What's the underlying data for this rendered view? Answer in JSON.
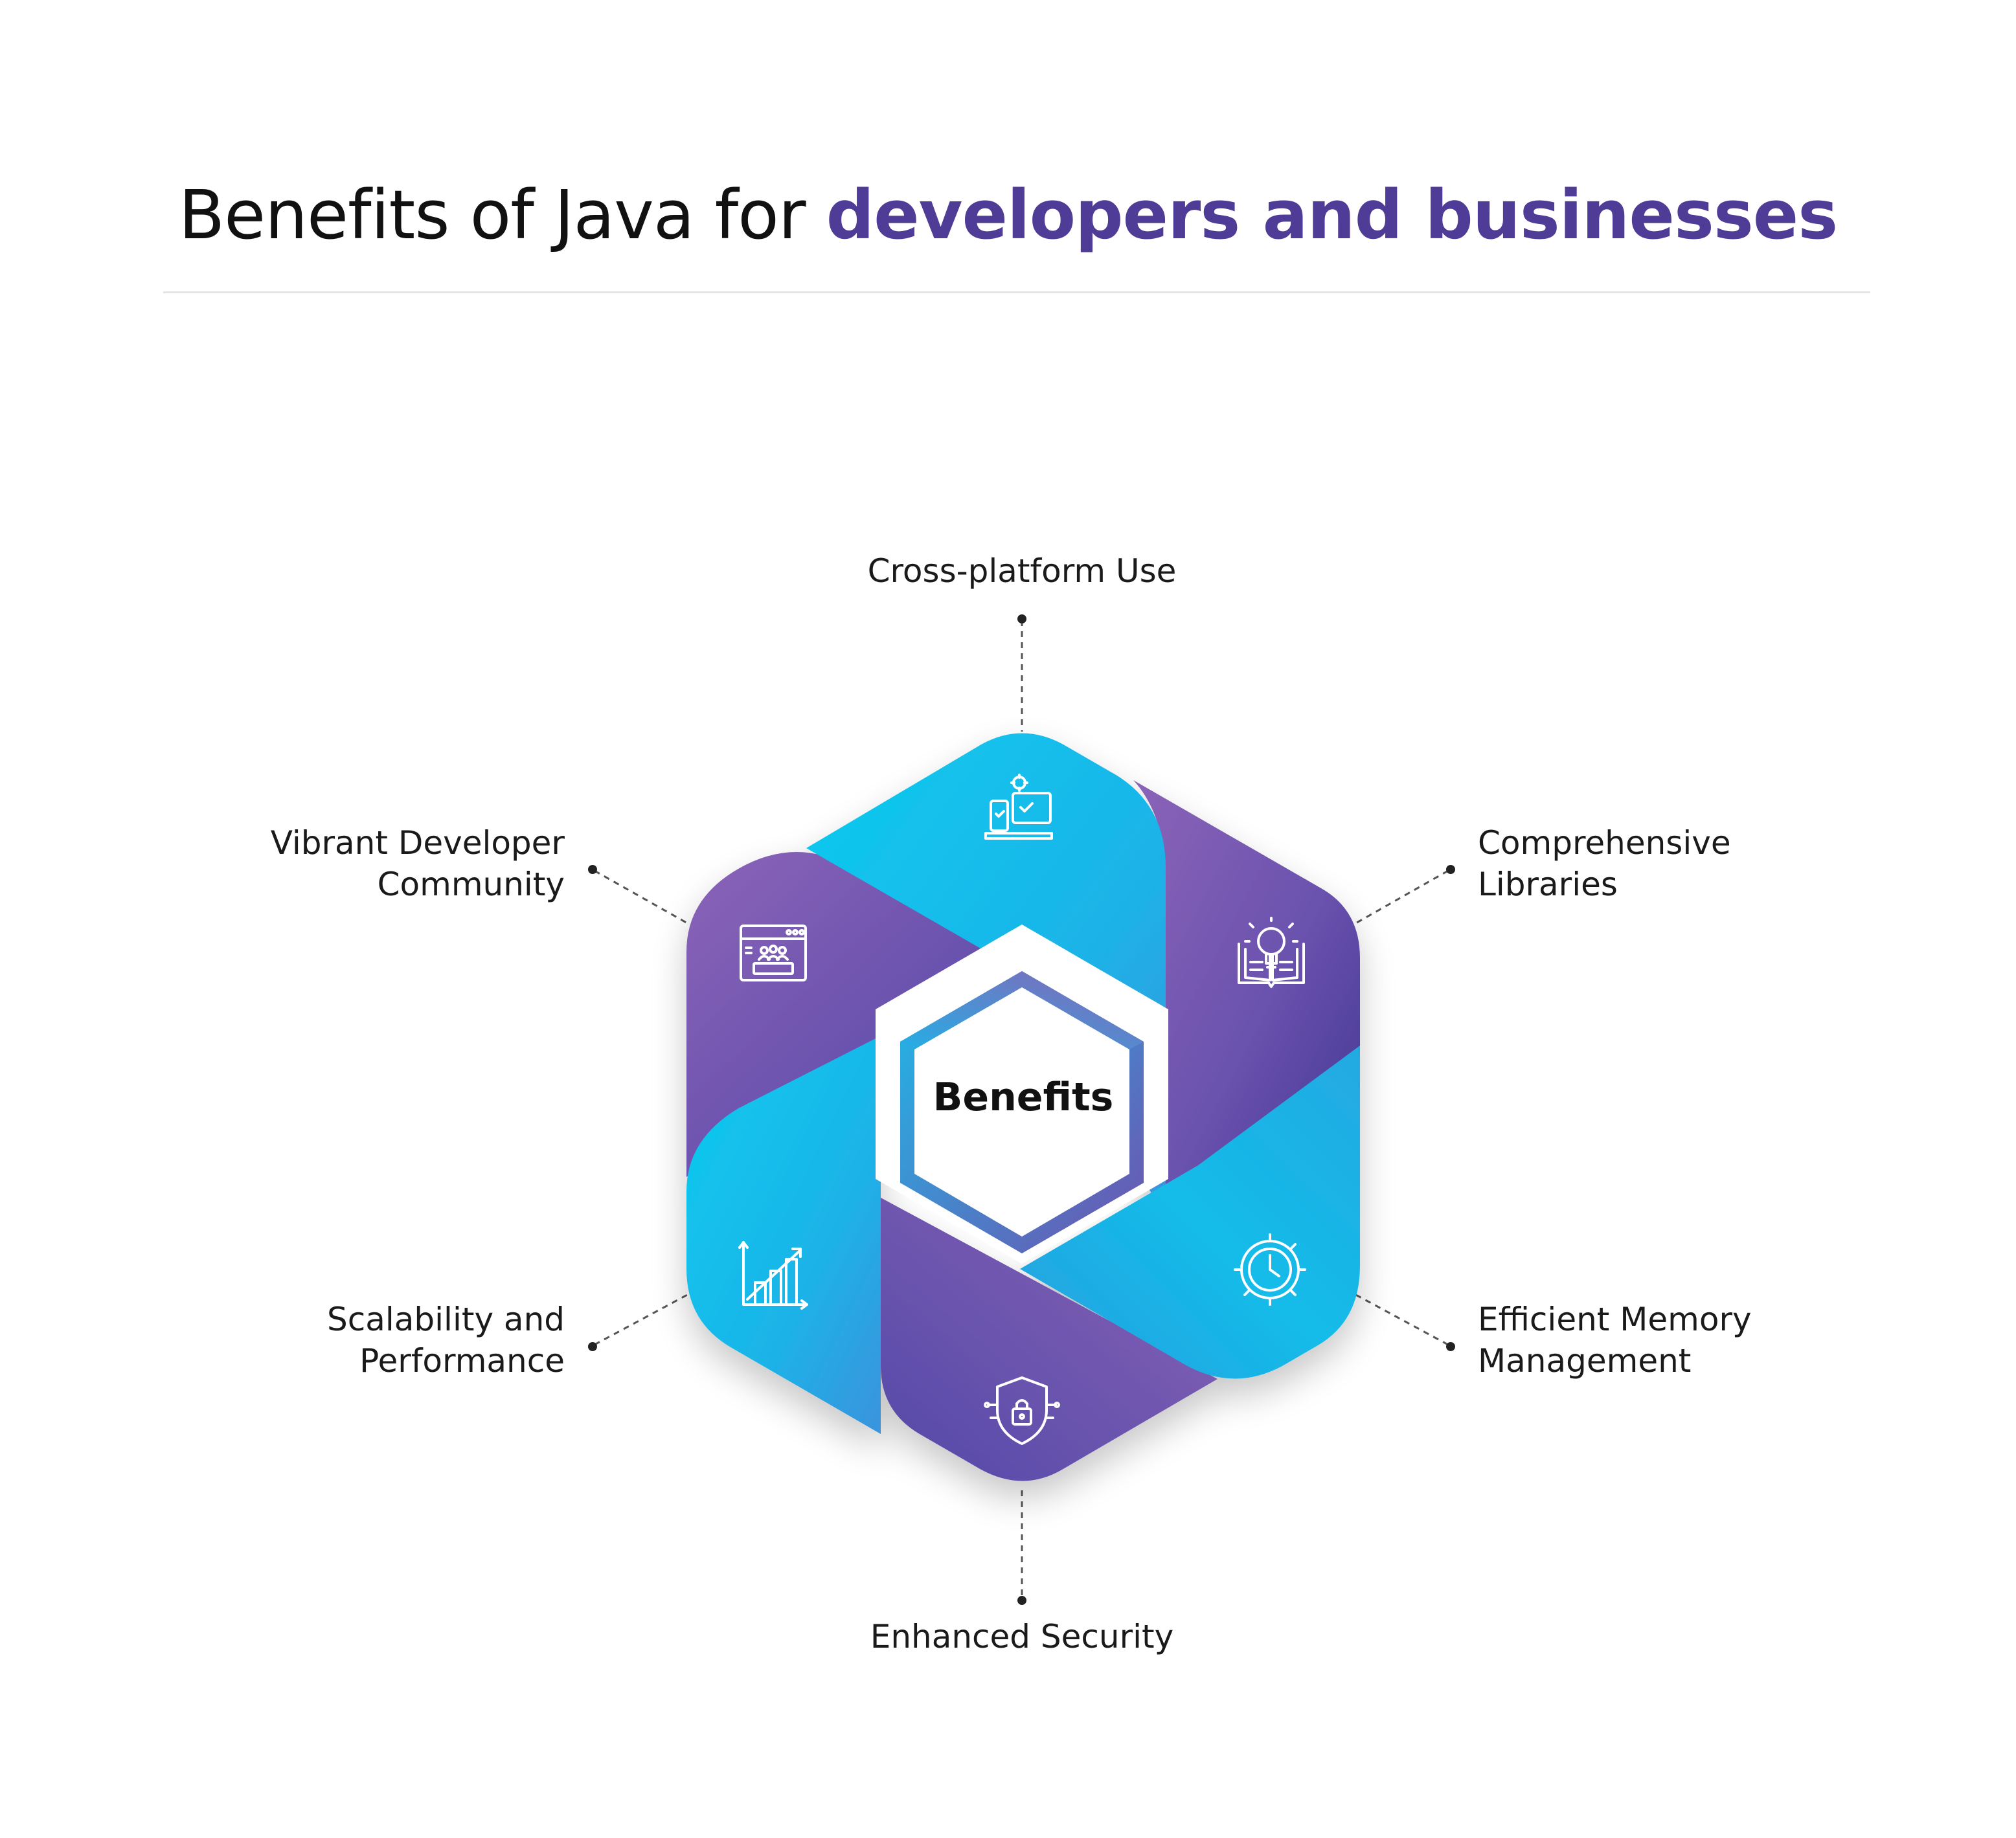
{
  "header": {
    "title_plain": "Benefits of Java for ",
    "title_accent": "developers and businesses"
  },
  "diagram": {
    "center_label": "Benefits",
    "benefits": [
      {
        "id": "cross-platform",
        "lines": [
          "Cross-platform Use"
        ],
        "icon": "devices-icon"
      },
      {
        "id": "libraries",
        "lines": [
          "Comprehensive",
          "Libraries"
        ],
        "icon": "book-lightbulb-icon"
      },
      {
        "id": "memory",
        "lines": [
          "Efficient Memory",
          "Management"
        ],
        "icon": "clock-gear-icon"
      },
      {
        "id": "security",
        "lines": [
          "Enhanced Security"
        ],
        "icon": "shield-lock-icon"
      },
      {
        "id": "scalability",
        "lines": [
          "Scalability and",
          "Performance"
        ],
        "icon": "growth-chart-icon"
      },
      {
        "id": "community",
        "lines": [
          "Vibrant Developer",
          "Community"
        ],
        "icon": "browser-community-icon"
      }
    ]
  },
  "colors": {
    "accent": "#4f3c96",
    "cyan": "#0fc0ea",
    "blue": "#2aa3e0",
    "purple": "#7c5cb6",
    "deep_purple": "#4a3c94"
  }
}
